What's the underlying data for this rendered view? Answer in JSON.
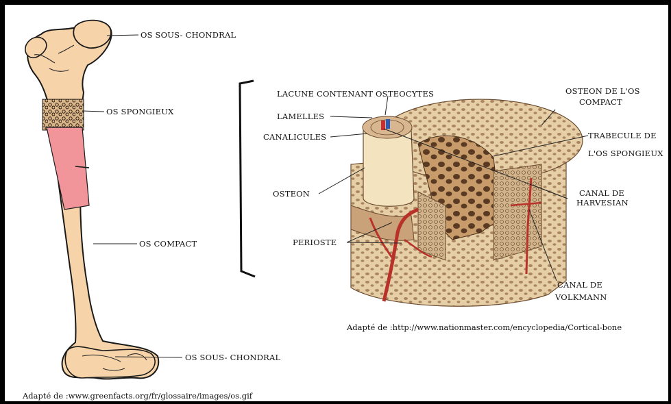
{
  "femur": {
    "labels": {
      "top_subchondral": "OS SOUS- CHONDRAL",
      "spongy": "OS SPONGIEUX",
      "compact": "OS COMPACT",
      "bottom_subchondral": "OS SOUS- CHONDRAL"
    },
    "caption": "Adapté de :www.greenfacts.org/fr/glossaire/images/os.gif"
  },
  "section": {
    "labels": {
      "lacune": "LACUNE CONTENANT OSTEOCYTES",
      "lamelles": "LAMELLES",
      "canalicules": "CANALICULES",
      "osteon": "OSTEON",
      "perioste": "PERIOSTE",
      "osteon_compact_1": "OSTEON DE L'OS",
      "osteon_compact_2": "COMPACT",
      "trabecule_1": "TRABECULE DE",
      "trabecule_2": "L'OS SPONGIEUX",
      "harvesian_1": "CANAL DE",
      "harvesian_2": "HARVESIAN",
      "volkmann_1": "CANAL DE",
      "volkmann_2": "VOLKMANN"
    },
    "caption": "Adapté de :http://www.nationmaster.com/encyclopedia/Cortical-bone"
  },
  "colors": {
    "bone": "#f6d3a9",
    "marrow": "#f2959a",
    "outline": "#1a1a1a",
    "vessel": "#b8322a",
    "section_tissue": "#e9d2ae",
    "section_dark": "#8b6a4a"
  }
}
